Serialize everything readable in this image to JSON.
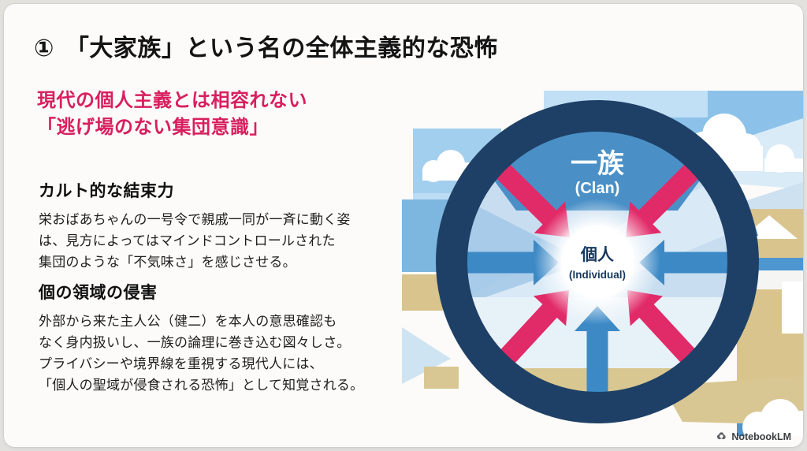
{
  "slide": {
    "title": {
      "number": "①",
      "text": "「大家族」という名の全体主義的な恐怖"
    },
    "subtitle": "現代の個人主義とは相容れない\n「逃げ場のない集団意識」",
    "sections": [
      {
        "heading": "カルト的な結束力",
        "body": "栄おばあちゃんの一号令で親戚一同が一斉に動く姿\nは、見方によってはマインドコントロールされた\n集団のような「不気味さ」を感じさせる。"
      },
      {
        "heading": "個の領域の侵害",
        "body": "外部から来た主人公（健二）を本人の意思確認も\nなく身内扱いし、一族の論理に巻き込む図々しさ。\nプライバシーや境界線を重視する現代人には、\n「個人の聖域が侵食される恐怖」として知覚される。"
      }
    ],
    "diagram": {
      "outer_label": "一族",
      "outer_label_sub": "(Clan)",
      "center_label": "個人",
      "center_label_sub": "(Individual)",
      "colors": {
        "ring_navy": "#1e4066",
        "arrow_pink": "#e12a68",
        "arrow_blue": "#3c89c6",
        "wedge_blue": "#4a90c7",
        "accent_pink_text": "#d81f5f",
        "tan": "#d9c791",
        "sky_blue": "#9ccdee",
        "center_text_navy": "#17395f"
      }
    },
    "footer": {
      "brand": "NotebookLM"
    }
  }
}
